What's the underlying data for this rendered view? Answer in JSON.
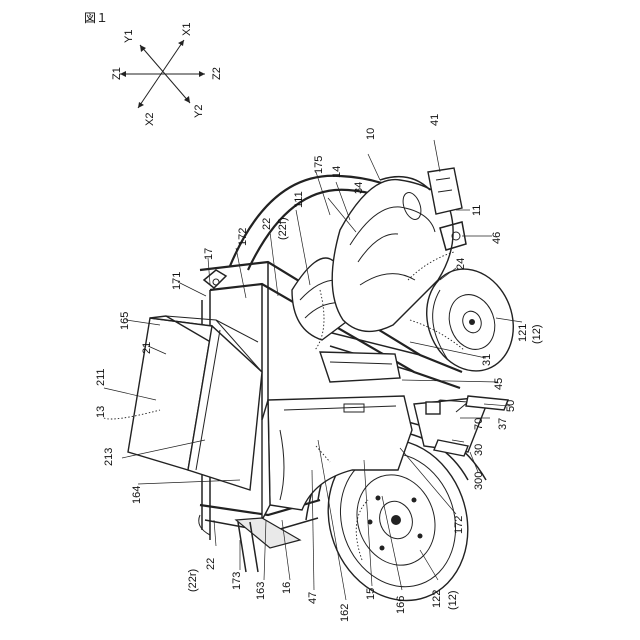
{
  "figure_title": "図１",
  "axes": {
    "x1": "X1",
    "x2": "X2",
    "y1": "Y1",
    "y2": "Y2",
    "z1": "Z1",
    "z2": "Z2"
  },
  "labels": {
    "l10": "10",
    "l41": "41",
    "l11": "11",
    "l46": "46",
    "l24": "24",
    "l34": "34",
    "l14": "14",
    "l175": "175",
    "l111": "111",
    "l22a": "22",
    "l22f": "(22f)",
    "l172a": "172",
    "l17": "17",
    "l171": "171",
    "l165": "165",
    "l21": "21",
    "l211": "211",
    "l13": "13",
    "l213": "213",
    "l164": "164",
    "l22r": "(22r)",
    "l22b": "22",
    "l173": "173",
    "l163": "163",
    "l16": "16",
    "l47": "47",
    "l162": "162",
    "l15": "15",
    "l166": "166",
    "l122": "122",
    "l12b": "(12)",
    "l172b": "172",
    "l300": "300",
    "l30": "30",
    "l37": "37",
    "l70": "70",
    "l50": "50",
    "l45": "45",
    "l31": "31",
    "l121": "121",
    "l12a": "(12)"
  }
}
